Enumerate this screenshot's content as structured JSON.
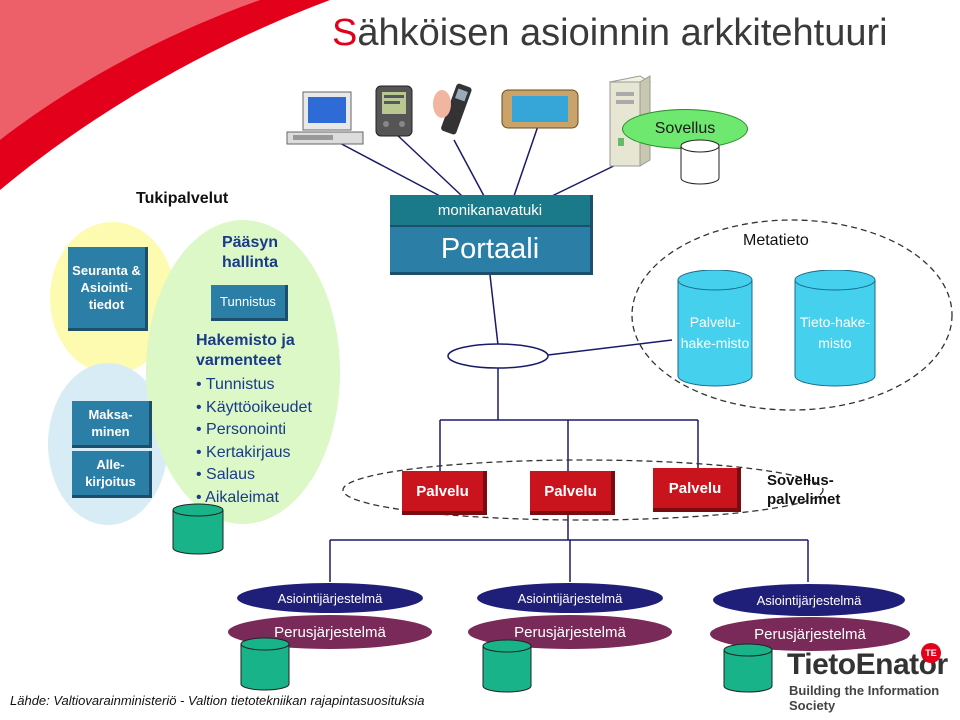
{
  "title": {
    "first_letter": "S",
    "rest": "ähköisen asioinnin arkkitehtuuri"
  },
  "sovellus": "Sovellus",
  "tukipalvelut": {
    "heading": "Tukipalvelut",
    "seuranta": "Seuranta & Asiointi-tiedot",
    "maksaminen": "Maksa-minen",
    "allekirjoitus": "Alle-kirjoitus",
    "paasyn_hallinta": "Pääsyn hallinta",
    "tunnistus_box": "Tunnistus",
    "hakemisto": "Hakemisto ja varmenteet",
    "bullets": [
      "Tunnistus",
      "Käyttöoikeudet",
      "Personointi",
      "Kertakirjaus",
      "Salaus",
      "Aikaleimat"
    ]
  },
  "portal": {
    "monikanavatuki": "monikanavatuki",
    "portaali": "Portaali"
  },
  "metatieto": {
    "heading": "Metatieto",
    "palveluhakemisto": "Palvelu-hake-misto",
    "tietohakemisto": "Tieto-hake-misto"
  },
  "palvelut": [
    "Palvelu",
    "Palvelu",
    "Palvelu"
  ],
  "sovelluspalvelimet": "Sovellus-palvelimet",
  "systems": [
    {
      "asiointi": "Asiointijärjestelmä",
      "perus": "Perusjärjestelmä"
    },
    {
      "asiointi": "Asiointijärjestelmä",
      "perus": "Perusjärjestelmä"
    },
    {
      "asiointi": "Asiointijärjestelmä",
      "perus": "Perusjärjestelmä"
    }
  ],
  "logo": {
    "name": "TietoEnator",
    "badge": "TE",
    "tagline": "Building the Information Society"
  },
  "source": "Lähde: Valtiovarainministeriö - Valtion tietotekniikan rajapintasuosituksia",
  "colors": {
    "teal": "#2b7fa7",
    "red": "#c9141e",
    "navy": "#1f1f7a",
    "plum": "#7a2a58",
    "yellow": "#fdfbb0",
    "lightblue": "#d7ecf5",
    "lightgreen": "#dcf8c6",
    "cylinder": "#19b389",
    "sovellus_green": "#6ee86e",
    "title_red": "#e3001b"
  }
}
